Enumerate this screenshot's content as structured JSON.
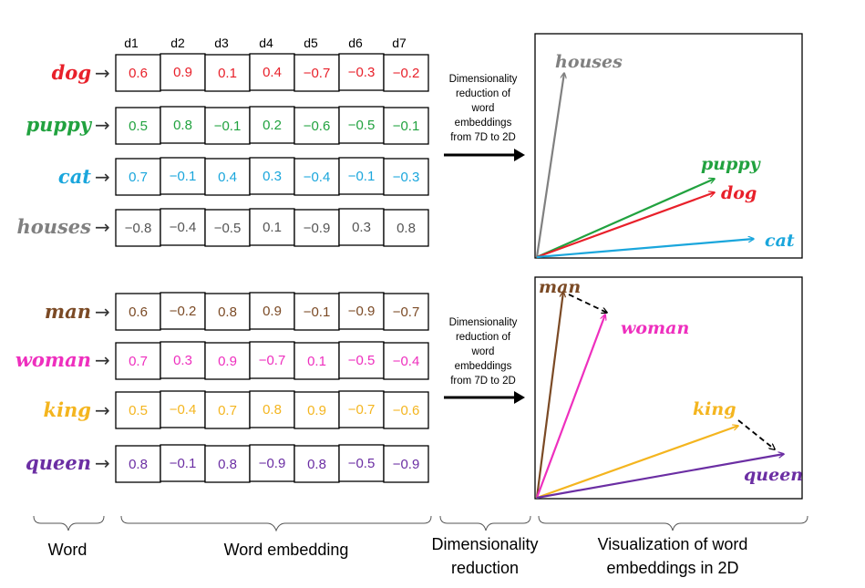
{
  "dims": [
    "d1",
    "d2",
    "d3",
    "d4",
    "d5",
    "d6",
    "d7"
  ],
  "arrow_glyph": "→",
  "groups": [
    {
      "rows": [
        {
          "word": "dog",
          "color": "#e8202a",
          "values": [
            "0.6",
            "0.9",
            "0.1",
            "0.4",
            "−0.7",
            "−0.3",
            "−0.2"
          ]
        },
        {
          "word": "puppy",
          "color": "#21a23f",
          "values": [
            "0.5",
            "0.8",
            "−0.1",
            "0.2",
            "−0.6",
            "−0.5",
            "−0.1"
          ]
        },
        {
          "word": "cat",
          "color": "#1aa6dc",
          "values": [
            "0.7",
            "−0.1",
            "0.4",
            "0.3",
            "−0.4",
            "−0.1",
            "−0.3"
          ]
        },
        {
          "word": "houses",
          "color": "#808080",
          "values": [
            "−0.8",
            "−0.4",
            "−0.5",
            "0.1",
            "−0.9",
            "0.3",
            "0.8"
          ]
        }
      ]
    },
    {
      "rows": [
        {
          "word": "man",
          "color": "#7b4a25",
          "values": [
            "0.6",
            "−0.2",
            "0.8",
            "0.9",
            "−0.1",
            "−0.9",
            "−0.7"
          ]
        },
        {
          "word": "woman",
          "color": "#ee2fbe",
          "values": [
            "0.7",
            "0.3",
            "0.9",
            "−0.7",
            "0.1",
            "−0.5",
            "−0.4"
          ]
        },
        {
          "word": "king",
          "color": "#f4b51f",
          "values": [
            "0.5",
            "−0.4",
            "0.7",
            "0.8",
            "0.9",
            "−0.7",
            "−0.6"
          ]
        },
        {
          "word": "queen",
          "color": "#6b2ea3",
          "values": [
            "0.8",
            "−0.1",
            "0.8",
            "−0.9",
            "0.8",
            "−0.5",
            "−0.9"
          ]
        }
      ]
    }
  ],
  "reduction_text": [
    "Dimensionality",
    "reduction of",
    "word",
    "embeddings",
    "from 7D to 2D"
  ],
  "plots": [
    {
      "vectors": [
        {
          "label": "houses",
          "color": "#808080"
        },
        {
          "label": "puppy",
          "color": "#21a23f"
        },
        {
          "label": "dog",
          "color": "#e8202a"
        },
        {
          "label": "cat",
          "color": "#1aa6dc"
        }
      ]
    },
    {
      "vectors": [
        {
          "label": "man",
          "color": "#7b4a25"
        },
        {
          "label": "woman",
          "color": "#ee2fbe"
        },
        {
          "label": "king",
          "color": "#f4b51f"
        },
        {
          "label": "queen",
          "color": "#6b2ea3"
        }
      ]
    }
  ],
  "captions": {
    "word": "Word",
    "embedding": "Word embedding",
    "reduction": [
      "Dimensionality",
      "reduction"
    ],
    "visualization": [
      "Visualization of word",
      "embeddings  in 2D"
    ]
  }
}
